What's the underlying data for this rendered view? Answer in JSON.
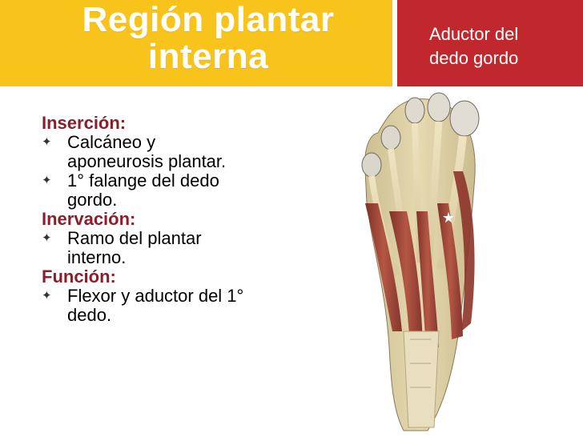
{
  "header": {
    "title_line1": "Región plantar",
    "title_line2": "interna",
    "subtitle_line1": "Aductor del",
    "subtitle_line2": "dedo gordo",
    "colors": {
      "yellow": "#f8c41b",
      "red": "#c0282d",
      "heading": "#8a1f2a"
    }
  },
  "content": {
    "insercion": {
      "heading": "Inserción:",
      "items": [
        {
          "line1": "Calcáneo y",
          "line2": "aponeurosis plantar."
        },
        {
          "line1": "1° falange del dedo",
          "line2": "gordo."
        }
      ]
    },
    "inervacion": {
      "heading": "Inervación:",
      "items": [
        {
          "line1": "Ramo del plantar",
          "line2": "interno."
        }
      ]
    },
    "funcion": {
      "heading": "Función:",
      "items": [
        {
          "line1": "Flexor y aductor del 1°",
          "line2": "dedo."
        }
      ]
    }
  },
  "figure": {
    "marker": "★"
  }
}
